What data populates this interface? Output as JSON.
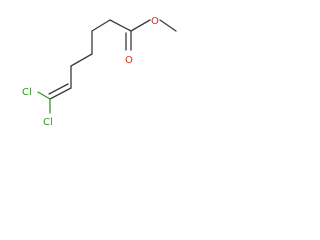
{
  "molecule": {
    "atoms": {
      "cl1": {
        "symbol": "Cl"
      },
      "cl2": {
        "symbol": "Cl"
      },
      "o_carbonyl": {
        "symbol": "O"
      },
      "o_ester": {
        "symbol": "O"
      }
    },
    "colors": {
      "bond": "#3a3a3a",
      "chlorine": "#2e9a1c",
      "oxygen": "#e0281e",
      "background": "#ffffff"
    }
  }
}
